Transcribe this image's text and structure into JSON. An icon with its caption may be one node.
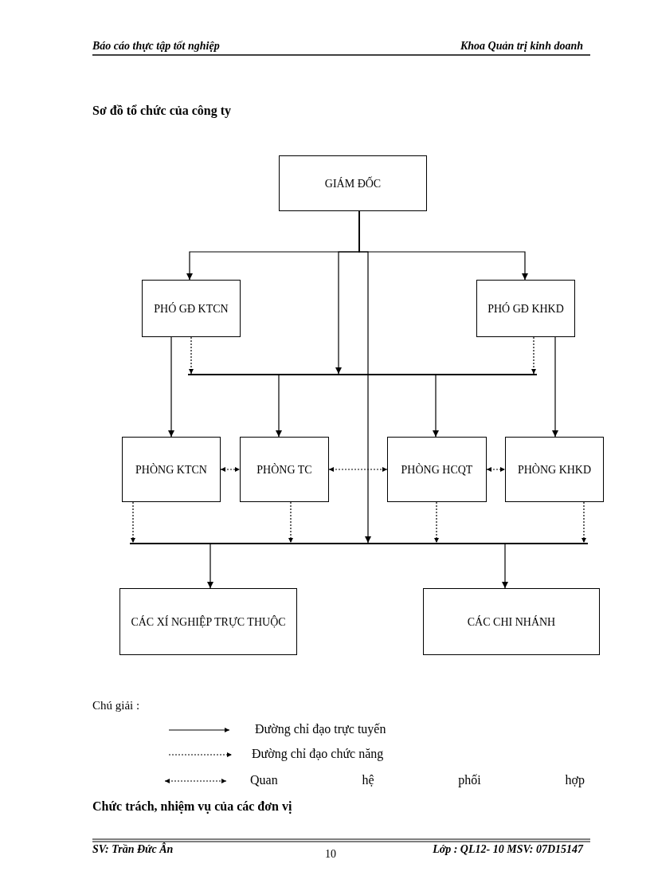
{
  "diagram": {
    "title": "Sơ đồ tổ chức của công ty",
    "nodes": [
      {
        "text": [
          "GIÁM ĐỐC"
        ]
      },
      {
        "text": [
          "PHÓ GĐ KTCN"
        ]
      },
      {
        "text": [
          "PHÓ GĐ KHKD"
        ]
      },
      {
        "text": [
          "PHÒNG KTCN"
        ]
      },
      {
        "text": [
          "PHÒNG TC"
        ]
      },
      {
        "text": [
          "PHÒNG HCQT"
        ]
      },
      {
        "text": [
          "PHÒNG KHKD"
        ]
      },
      {
        "text": [
          "CÁC XÍ NGHIỆP TRỰC THUỘC"
        ]
      },
      {
        "text": [
          "CÁC CHI NHÁNH"
        ]
      },
      {
        "text": [],
        "shape": "bar"
      },
      {
        "text": [],
        "shape": "bar"
      }
    ],
    "edges": [
      {
        "from": 0,
        "to": 1,
        "arrow": "to"
      },
      {
        "from": 0,
        "to": 2,
        "arrow": "to"
      },
      {
        "from": 0,
        "to": 9,
        "arrow": "to"
      },
      {
        "from": 1,
        "to": 3,
        "arrow": "to"
      },
      {
        "from": 2,
        "to": 6,
        "arrow": "to"
      },
      {
        "from": 1,
        "to": 9,
        "arrow": "to",
        "style": "dashed"
      },
      {
        "from": 2,
        "to": 9,
        "arrow": "to",
        "style": "dashed"
      },
      {
        "from": 9,
        "to": 4,
        "arrow": "to"
      },
      {
        "from": 9,
        "to": 5,
        "arrow": "to"
      },
      {
        "from": 0,
        "to": 10,
        "arrow": "to"
      },
      {
        "from": 3,
        "to": 4,
        "arrow": "both",
        "style": "dashed"
      },
      {
        "from": 4,
        "to": 5,
        "arrow": "both",
        "style": "dashed"
      },
      {
        "from": 5,
        "to": 6,
        "arrow": "both",
        "style": "dashed"
      },
      {
        "from": 3,
        "to": 10,
        "arrow": "to",
        "style": "dashed"
      },
      {
        "from": 4,
        "to": 10,
        "arrow": "to",
        "style": "dashed"
      },
      {
        "from": 5,
        "to": 10,
        "arrow": "to",
        "style": "dashed"
      },
      {
        "from": 6,
        "to": 10,
        "arrow": "to",
        "style": "dashed"
      },
      {
        "from": 10,
        "to": 7,
        "arrow": "to"
      },
      {
        "from": 10,
        "to": 8,
        "arrow": "to"
      }
    ],
    "labels": [
      "Báo cáo thực tập tốt nghiệp",
      "Khoa Quản trị kinh doanh",
      "Chú giải :",
      "Chức trách, nhiệm vụ của các đơn vị",
      "SV: Trần Đức Ân",
      "10",
      "Lớp : QL12- 10 MSV: 07D15147"
    ],
    "legend": [
      {
        "text": "Đường chỉ đạo trực tuyến"
      },
      {
        "text": "Đường chỉ đạo chức năng"
      },
      {
        "text": "Quan hệ phối hợp"
      }
    ]
  }
}
